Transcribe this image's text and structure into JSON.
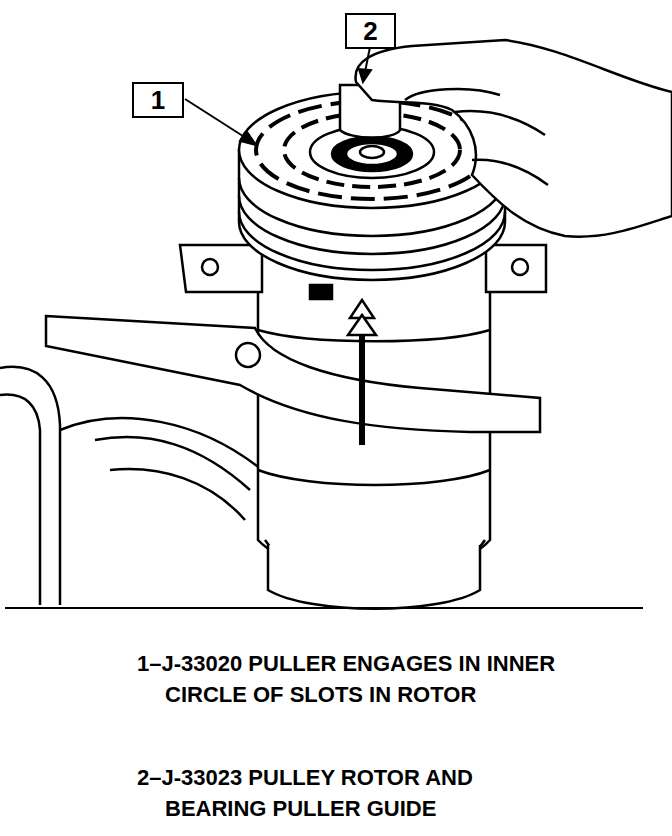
{
  "diagram": {
    "nodes": [
      {
        "text": [
          "1"
        ]
      },
      {
        "text": [
          "2"
        ]
      }
    ],
    "labels": [
      "1–J-33020 PULLER ENGAGES IN INNER CIRCLE OF SLOTS IN ROTOR",
      "2–J-33023 PULLEY ROTOR AND BEARING PULLER GUIDE"
    ]
  }
}
